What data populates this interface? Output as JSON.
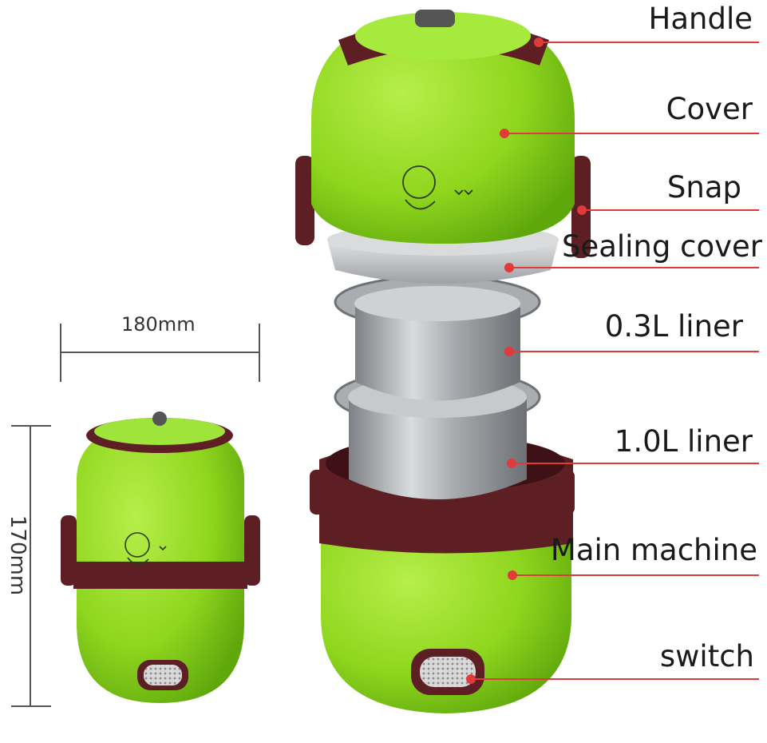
{
  "colors": {
    "body_green": "#8fd61e",
    "body_green_dark": "#5fa80c",
    "trim_brown": "#5e1f24",
    "steel": "#b9bcbf",
    "leader_red": "#e03a3a",
    "text": "#1a1a1a"
  },
  "dimensions": {
    "width_label": "180mm",
    "height_label": "170mm"
  },
  "callouts": [
    {
      "key": "handle",
      "label": "Handle"
    },
    {
      "key": "cover",
      "label": "Cover"
    },
    {
      "key": "snap",
      "label": "Snap"
    },
    {
      "key": "sealing_cover",
      "label": "Sealing cover"
    },
    {
      "key": "liner_small",
      "label": "0.3L liner"
    },
    {
      "key": "liner_large",
      "label": "1.0L liner"
    },
    {
      "key": "main_machine",
      "label": "Main machine"
    },
    {
      "key": "switch",
      "label": "switch"
    }
  ]
}
